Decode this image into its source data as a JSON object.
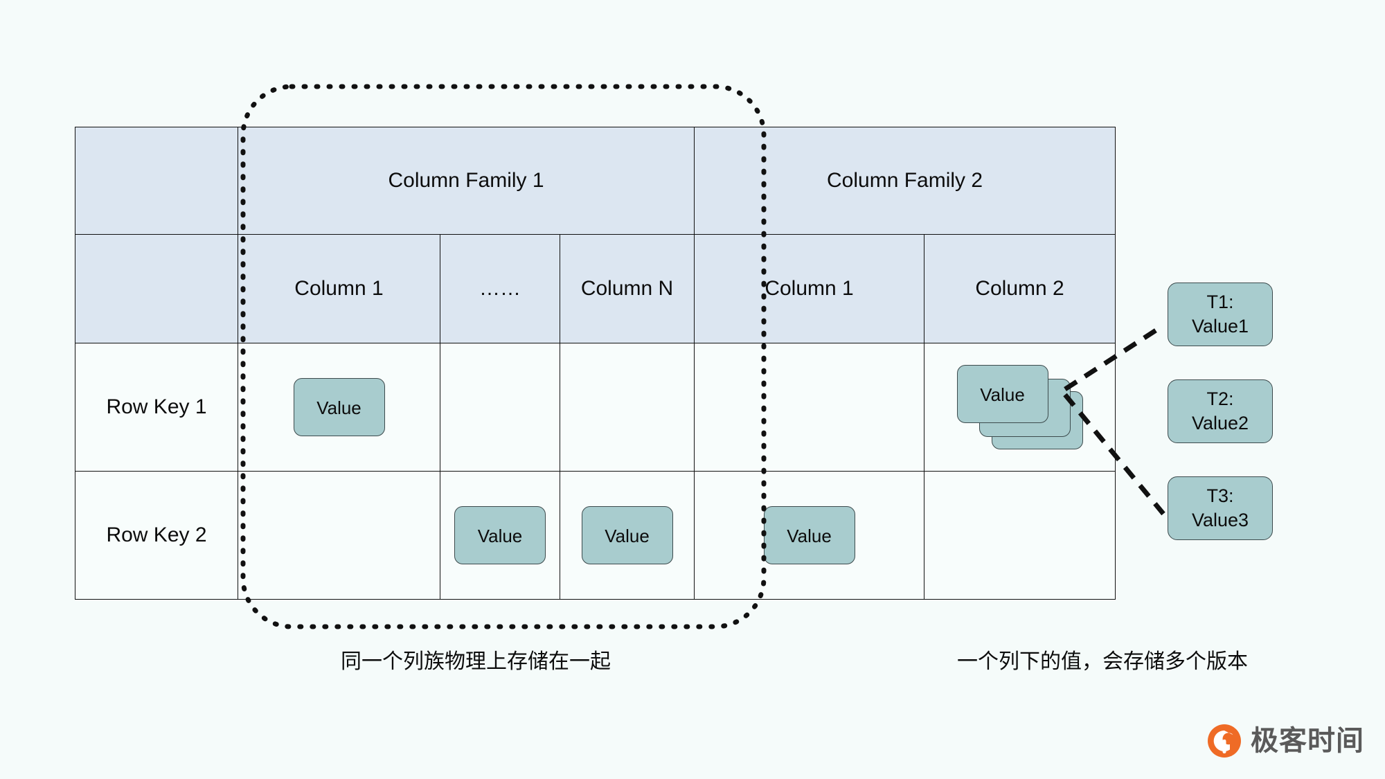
{
  "diagram": {
    "title": "HBase Column Family / Version Storage Model",
    "background_color": "#f5fbfa",
    "header_fill": "#dce6f1",
    "cell_fill": "#f8fdfc",
    "value_fill": "#a8ccce",
    "border_color": "#101010"
  },
  "table": {
    "corner_label": "",
    "column_families": [
      {
        "label": "Column Family 1",
        "span": 3
      },
      {
        "label": "Column Family 2",
        "span": 2
      }
    ],
    "columns": [
      {
        "label": "Column 1"
      },
      {
        "label": "……"
      },
      {
        "label": "Column N"
      },
      {
        "label": "Column 1"
      },
      {
        "label": "Column 2"
      }
    ],
    "rows": [
      {
        "key": "Row Key 1",
        "cells": [
          {
            "type": "value",
            "label": "Value"
          },
          {
            "type": "empty",
            "label": ""
          },
          {
            "type": "empty",
            "label": ""
          },
          {
            "type": "empty",
            "label": ""
          },
          {
            "type": "value-stack",
            "label": "Value",
            "stack_count": 3
          }
        ]
      },
      {
        "key": "Row Key 2",
        "cells": [
          {
            "type": "empty",
            "label": ""
          },
          {
            "type": "value",
            "label": "Value"
          },
          {
            "type": "value",
            "label": "Value"
          },
          {
            "type": "value",
            "label": "Value"
          },
          {
            "type": "empty",
            "label": ""
          }
        ]
      }
    ]
  },
  "versions": [
    {
      "time_label": "T1:",
      "value_label": "Value1"
    },
    {
      "time_label": "T2:",
      "value_label": "Value2"
    },
    {
      "time_label": "T3:",
      "value_label": "Value3"
    }
  ],
  "annotations": {
    "group_boundary_name": "column-family-1-group-outline",
    "caption_left": "同一个列族物理上存储在一起",
    "caption_right": "一个列下的值，会存储多个版本"
  },
  "logo": {
    "text": "极客时间",
    "mark_color": "#ef6b26",
    "text_color": "#5a5a5a"
  }
}
